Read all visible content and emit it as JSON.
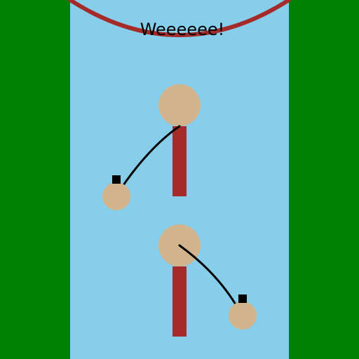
{
  "colors": {
    "grass": "#008000",
    "track": "#87CEEB",
    "rope": "#A52A2A",
    "body": "#A52A2A",
    "head": "#D2B48C",
    "string": "#000000",
    "handle": "#000000"
  },
  "scene": {
    "caption": "Weeeeee!"
  },
  "characters": [
    {
      "name": "player-top",
      "head_icon": "head-circle",
      "body_icon": "body-bar",
      "limb_icon": "hand-circle",
      "string_icon": "string-curve",
      "handle_icon": "handle-square"
    },
    {
      "name": "player-bottom",
      "head_icon": "head-circle",
      "body_icon": "body-bar",
      "limb_icon": "hand-circle",
      "string_icon": "string-curve",
      "handle_icon": "handle-square"
    }
  ]
}
